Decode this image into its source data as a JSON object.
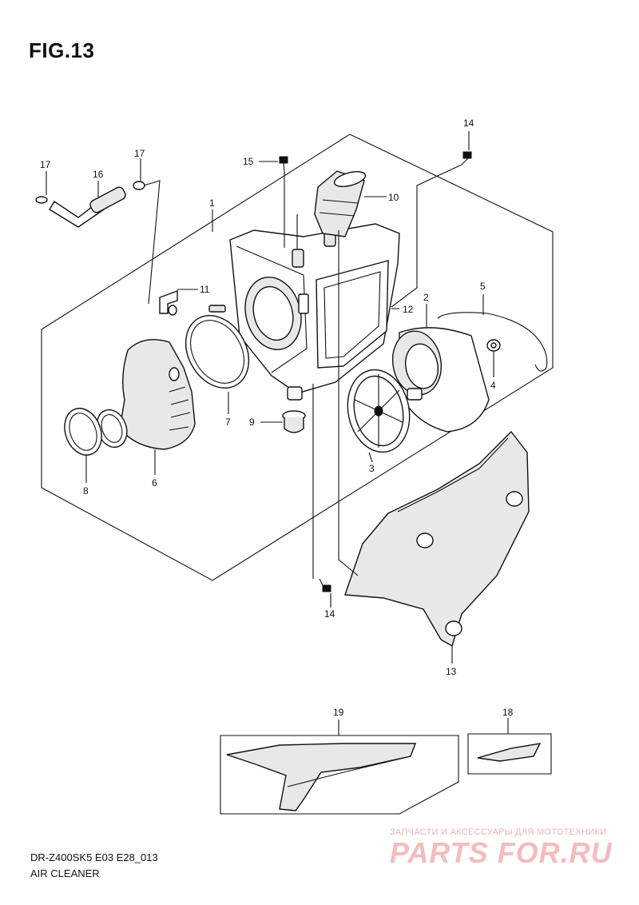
{
  "figure": {
    "title": "FIG.13"
  },
  "callouts": {
    "c1": "1",
    "c2": "2",
    "c3": "3",
    "c4": "4",
    "c5": "5",
    "c6": "6",
    "c7": "7",
    "c8": "8",
    "c9": "9",
    "c10": "10",
    "c11": "11",
    "c12": "12",
    "c13": "13",
    "c14a": "14",
    "c14b": "14",
    "c15": "15",
    "c16": "16",
    "c17a": "17",
    "c17b": "17",
    "c18": "18",
    "c19": "19"
  },
  "footer": {
    "model_code": "DR-Z400SK5 E03 E28_013",
    "section_name": "AIR CLEANER"
  },
  "watermark": {
    "tagline": "ЗАПЧАСТИ И АКСЕССУАРЫ ДЛЯ МОТОТЕХНИКИ",
    "logo_text": "PARTS FOR.RU"
  },
  "colors": {
    "line": "#111111",
    "watermark": "#f4bcbc"
  }
}
